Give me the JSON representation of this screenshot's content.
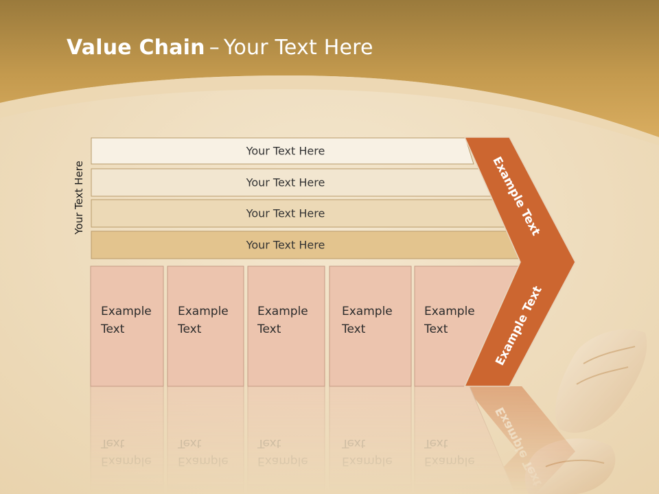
{
  "slide": {
    "title_bold": "Value Chain",
    "title_dash": "–",
    "title_rest": "Your Text Here",
    "vertical_label": "Your Text Here"
  },
  "rows": [
    {
      "label": "Your Text Here"
    },
    {
      "label": "Your Text Here"
    },
    {
      "label": "Your Text Here"
    },
    {
      "label": "Your Text Here"
    }
  ],
  "boxes": [
    {
      "line1": "Example",
      "line2": "Text"
    },
    {
      "line1": "Example",
      "line2": "Text"
    },
    {
      "line1": "Example",
      "line2": "Text"
    },
    {
      "line1": "Example",
      "line2": "Text"
    },
    {
      "line1": "Example",
      "line2": "Text"
    }
  ],
  "arrow": {
    "top_label": "Example Text",
    "bottom_label": "Example Text"
  },
  "colors": {
    "header": "#cfa257",
    "sand": "#f1e3c8",
    "row_fills": [
      "#f8f1e4",
      "#f2e6d0",
      "#ecd9b6",
      "#e3c48e"
    ],
    "box_fill": "#ecc4ae",
    "arrow_fill": "#cc6630"
  }
}
